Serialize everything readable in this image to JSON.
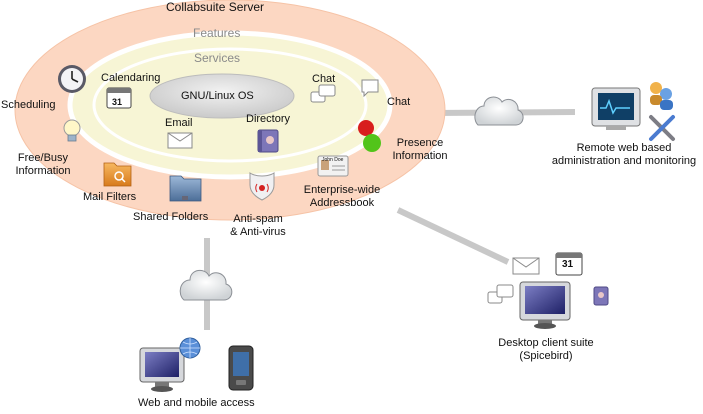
{
  "diagram": {
    "title": "Collabsuite Server",
    "rings": {
      "features": "Features",
      "services": "Services",
      "core": "GNU/Linux OS"
    },
    "inner_services": {
      "calendaring": "Calendaring",
      "chat": "Chat",
      "email": "Email",
      "directory": "Directory"
    },
    "features": {
      "scheduling": "Scheduling",
      "free_busy_line1": "Free/Busy",
      "free_busy_line2": "Information",
      "mail_filters": "Mail Filters",
      "shared_folders": "Shared Folders",
      "antispam_line1": "Anti-spam",
      "antispam_line2": "& Anti-virus",
      "addressbook_line1": "Enterprise-wide",
      "addressbook_line2": "Addressbook",
      "presence_line1": "Presence",
      "presence_line2": "Information",
      "chat": "Chat"
    },
    "calendar_day": "31",
    "card_text": "John Doe",
    "remote": {
      "line1": "Remote web based",
      "line2": "administration and monitoring"
    },
    "desktop": {
      "line1": "Desktop client suite",
      "line2": "(Spicebird)",
      "calendar_day": "31"
    },
    "web_mobile": "Web and mobile access",
    "colors": {
      "outer_ring": "#fcd7c2",
      "services_ring": "#f7f5d5",
      "core": "#d8d8d8",
      "connector": "#c8c8c8"
    }
  }
}
